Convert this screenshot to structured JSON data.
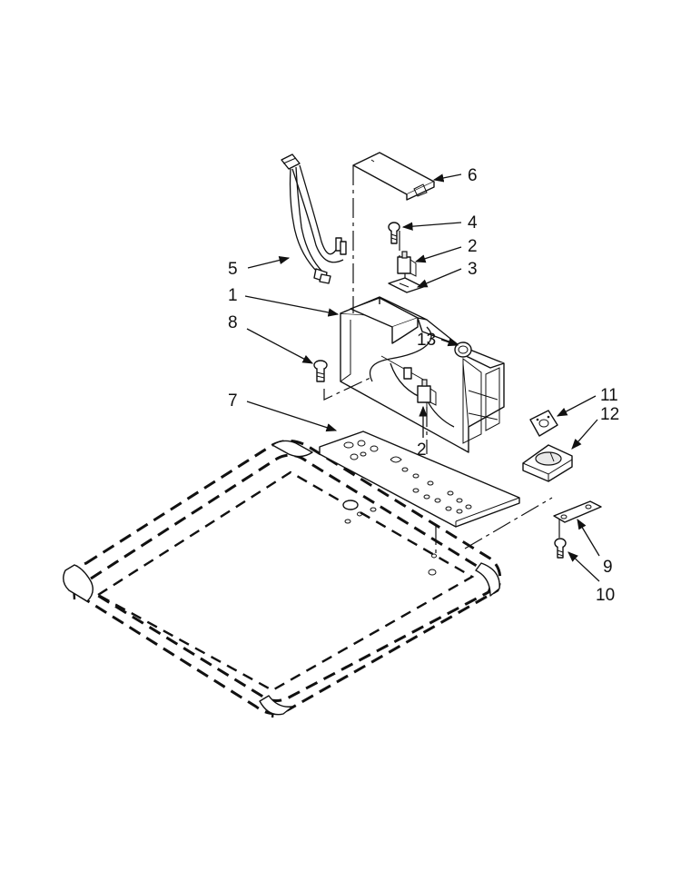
{
  "callouts": {
    "c1": "1",
    "c2a": "2",
    "c2b": "2",
    "c3": "3",
    "c4": "4",
    "c5": "5",
    "c6": "6",
    "c7": "7",
    "c8": "8",
    "c9": "9",
    "c10": "10",
    "c11": "11",
    "c12": "12",
    "c13": "13"
  },
  "colors": {
    "line": "#111111",
    "background": "#ffffff"
  }
}
